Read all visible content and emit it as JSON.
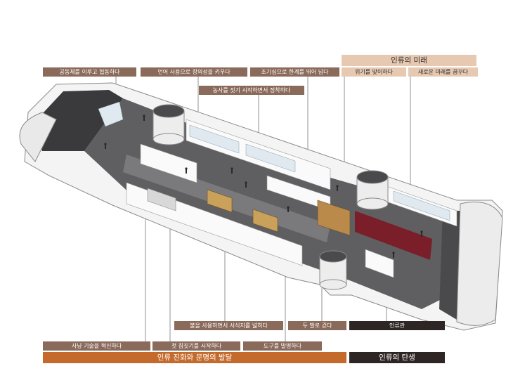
{
  "top_labels": {
    "future_header": "인류의 미래",
    "cooperative_society": "공동체를 이루고 협동하다",
    "language_symbols": "언어 사용으로 창의성을 키우다",
    "record_limits": "조기심으로 한계를 뛰어 넘다",
    "agriculture_settle": "농사를 짓기 시작하면서 정착하다",
    "crisis_face": "위기를 맞이하다",
    "new_future_dream": "새로운 미래를 꿈꾸다"
  },
  "bottom_labels": {
    "fire_use": "불을 사용하면서 서식지를 넓히다",
    "walk_two_feet": "두 발로 걷다",
    "human_hall": "인류관",
    "hunting_tech": "사냥 기술을 혁신하다",
    "first_house": "첫 집짓기를 시작하다",
    "tool_invent": "도구를 발명하다",
    "evolution_civilization": "인류 진화와 문명의 발달",
    "birth_of_humanity": "인류의 탄생"
  },
  "colors": {
    "label_brown": "#8a6a5b",
    "label_tan": "#e7c9b2",
    "label_dark": "#2d2624",
    "label_orange": "#c46a2d",
    "floor": "#5f5f61",
    "wall": "#f2f2f2",
    "accent_red": "#7a1e2a"
  }
}
